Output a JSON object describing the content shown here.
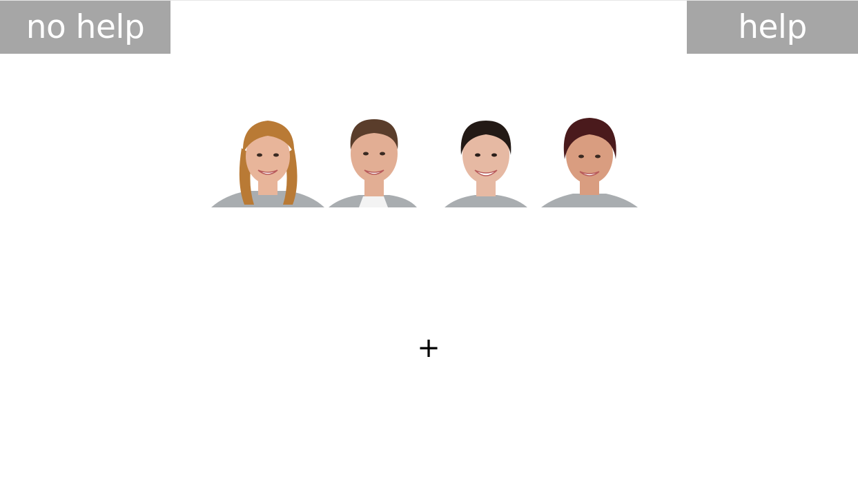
{
  "buttons": {
    "left_label": "no help",
    "right_label": "help"
  },
  "fixation": {
    "symbol": "+"
  },
  "faces": [
    {
      "icon": "face-photo-woman-blonde-wavy-hair",
      "hair": "#b97a35",
      "skin": "#e8b59a",
      "shirt": "#a9adb0"
    },
    {
      "icon": "face-photo-man-brown-short-hair",
      "hair": "#5a3d2b",
      "skin": "#e2ae94",
      "shirt": "#a9adb0"
    },
    {
      "icon": "face-photo-man-black-hair",
      "hair": "#231a16",
      "skin": "#e6b9a3",
      "shirt": "#a9adb0"
    },
    {
      "icon": "face-photo-man-dark-red-hair",
      "hair": "#4a1a1c",
      "skin": "#d99d80",
      "shirt": "#a9adb0"
    }
  ],
  "colors": {
    "button_bg": "#a6a6a6",
    "button_text": "#ffffff",
    "background": "#ffffff"
  }
}
